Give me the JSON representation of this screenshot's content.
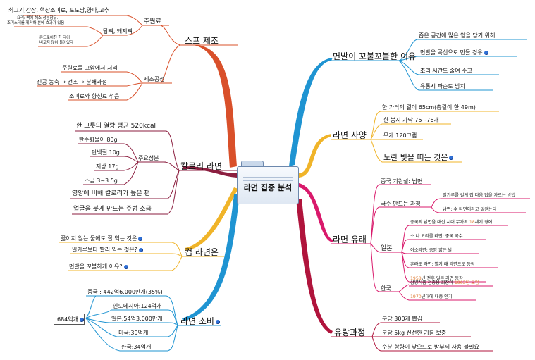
{
  "central": {
    "title": "라면 집중 분석"
  },
  "branches": {
    "soup": {
      "label": "스프 제조",
      "ingredients": {
        "label": "주원료",
        "items": [
          "쇠고기,간장, 핵산조미료, 포도당,양파,고추"
        ],
        "sub": {
          "label": "닭뼈, 돼지뼈",
          "notes": [
            "요리: 뼈에 해소 성분함유.",
            "조미스테를 제거하 분에 효과가 있음",
            "콘드로이친 한 다이",
            "비교적 많이 들어있다"
          ]
        }
      },
      "process": {
        "label": "제조공정",
        "items": [
          "주원료를 고압에서 처리",
          "진공 농축 → 건조 → 분쇄과정",
          "조미료와 향신료 섞음"
        ]
      }
    },
    "calorie": {
      "label": "칼로리 라면",
      "average": "한 그릇의 열량 평균 520kcal",
      "nutrients": {
        "label": "주요성분",
        "items": [
          "탄수화물이 80g",
          "단백질 10g",
          "지방 17g",
          "소금 3~3.5g"
        ]
      },
      "notes": [
        "영양에 비해 칼로리가 높은 편",
        "얼굴을 붓게 만드는 주범 소금"
      ]
    },
    "cup": {
      "label": "컵 라면은",
      "items": [
        "끓이지 않는 물에도 잘 익는 것은",
        "밀가루보다 빨리 익는 것은?",
        "면발을 꼬불하게 이유?"
      ]
    },
    "consumption": {
      "label": "라면 소비",
      "total": "684억개",
      "countries": [
        "중국 : 442억6,000만개(35%)",
        "인도네시아:124억개",
        "일본:54억3,000만개",
        "미국:39억개",
        "한국:34억개"
      ]
    },
    "curly": {
      "label": "면발이 꼬불꼬불한 이유",
      "items": [
        "좁은 공간에 많은 양을 담기 위해",
        "면발을 곡선으로 만들 경우",
        "조리 시간도 줄여 주고",
        "유통시 파손도 방지"
      ]
    },
    "specs": {
      "label": "라면 사양",
      "items": [
        "한 가닥의 길이 65cm(총길이 한 49m)",
        "한 봉지 가닥 75~76개",
        "무게 120그램",
        "노란 빛을 띠는 것은"
      ]
    },
    "origin": {
      "label": "라면 유래",
      "china": "중국 기원설: 납면",
      "noodle": {
        "label": "국수 만드는 과정",
        "notes": [
          "밀가루를 길게 잡 다음 탑을 가르는 방법",
          "납면: 수 타면이라고 일컫는다"
        ]
      },
      "japan": {
        "label": "일본",
        "items": [
          "중국의 납면을 대신 시대 무가의 ",
          "소 나 요리를 라면: 중국 국수",
          "이소라면: 중앙 얇은 날",
          "훈라또 라면: 빨기 때 라면으로 등장",
          "년 전후 일본 라면 등장"
        ],
        "year_century": "18",
        "year_start": "1958"
      },
      "korea": {
        "label": "한국",
        "items": [
          "삼양식품 전중용 회장이 ",
          "년대에 대중 인기"
        ],
        "year_intro": "1963년 도입",
        "year_pop": "1970"
      }
    },
    "distribution": {
      "label": "유랑과정",
      "items": [
        "분당 300개 뽑김",
        "분당 5kg 신선한 기름 보충",
        "수분 함량이 낮으므로 방부제 사용 불필요"
      ]
    }
  },
  "colors": {
    "soup": "#d9502a",
    "calorie": "#8b1e3f",
    "cup": "#f0b429",
    "consumption": "#1f94d2",
    "curly": "#1f94d2",
    "specs": "#f0b429",
    "origin": "#d9196b",
    "distribution": "#b0143c",
    "central_border": "#6c88ad",
    "year_accent": "#e0803a"
  },
  "icons": {
    "info": "info-icon",
    "central": "folder-icon"
  }
}
